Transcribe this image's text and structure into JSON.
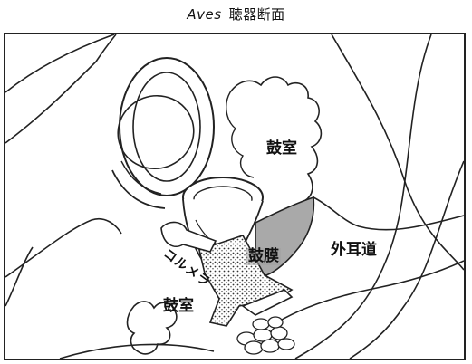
{
  "header": {
    "taxon": "Aves",
    "title": "聴器断面"
  },
  "labels": {
    "tympanic_cavity_upper": "鼓室",
    "tympanic_membrane": "鼓膜",
    "external_auditory_canal": "外耳道",
    "columella": "コルメラ",
    "tympanic_cavity_lower": "鼓室"
  },
  "icons": [
    "semicircular-canals-icon",
    "cochlea-icon",
    "columella-bone-icon",
    "eardrum-icon",
    "cartilage-cluster-icon"
  ],
  "colors": {
    "line": "#222222",
    "eardrum_fill": "#a9a9a9",
    "stipple": "#333333",
    "background": "#ffffff"
  }
}
